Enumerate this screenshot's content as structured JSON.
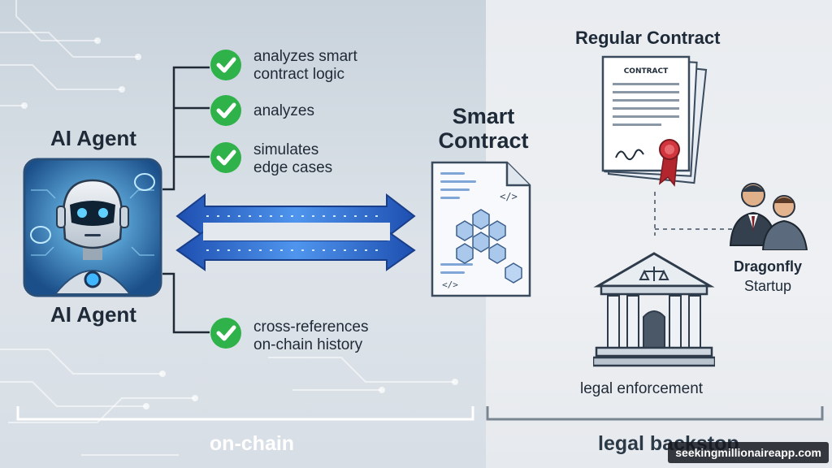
{
  "agent": {
    "title_top": "AI Agent",
    "title_bottom": "AI Agent"
  },
  "checklist": [
    {
      "text": "analyzes smart\ncontract logic",
      "icon": "check-icon"
    },
    {
      "text": "analyzes",
      "icon": "check-icon"
    },
    {
      "text": "simulates\nedge cases",
      "icon": "check-icon"
    },
    {
      "text": "cross-references\non-chain history",
      "icon": "check-icon"
    }
  ],
  "smart_contract": {
    "title": "Smart\nContract",
    "code_tag": "</>"
  },
  "regular_contract": {
    "title": "Regular Contract",
    "doc_heading": "CONTRACT"
  },
  "dragonfly": {
    "name": "Dragonfly",
    "sub": "Startup"
  },
  "legal": {
    "label": "legal enforcement"
  },
  "sections": {
    "left": "on-chain",
    "right": "legal backstop"
  },
  "watermark": "seekingmillionaireapp.com",
  "colors": {
    "check_green": "#2fb24a",
    "arrow_blue": "#2f6fd6",
    "agent_glow": "#3fb6ff"
  }
}
